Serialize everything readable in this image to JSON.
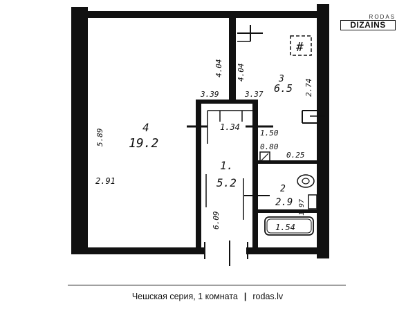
{
  "brand": {
    "top_text": "RODAS",
    "name": "DIZAINS"
  },
  "rooms": {
    "room4": {
      "number": "4",
      "area": "19.2"
    },
    "room1": {
      "number": "1.",
      "area": "5.2"
    },
    "room3": {
      "number": "3",
      "area": "6.5"
    },
    "room2": {
      "number": "2",
      "area": "2.9"
    }
  },
  "dimensions": {
    "d_589": "5.89",
    "d_291": "2.91",
    "d_404a": "4.04",
    "d_404b": "4.04",
    "d_274": "2.74",
    "d_339": "3.39",
    "d_337": "3.37",
    "d_134": "1.34",
    "d_150": "1.50",
    "d_080": "0.80",
    "d_025": "0.25",
    "d_197": "1.97",
    "d_154": "1.54",
    "d_609": "6.09"
  },
  "caption": {
    "series": "Чешская серия, 1 комната",
    "separator": "|",
    "site": "rodas.lv"
  }
}
